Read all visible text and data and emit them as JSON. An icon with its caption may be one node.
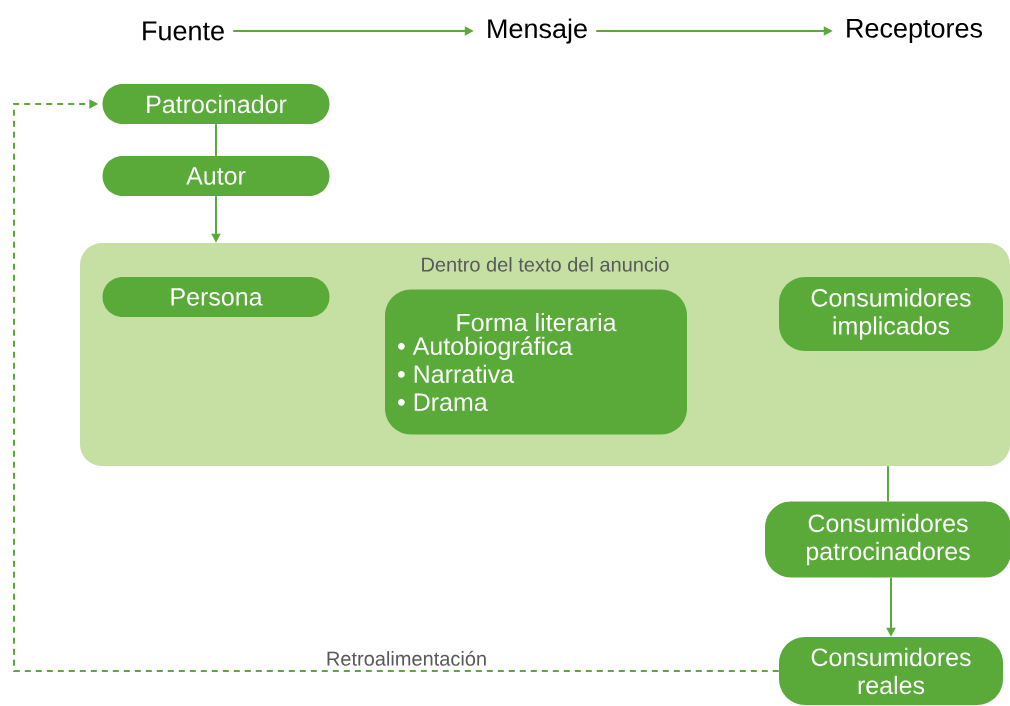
{
  "diagram": {
    "nodes": [
      {
        "text": [
          "Fuente"
        ]
      },
      {
        "text": [
          "Mensaje"
        ]
      },
      {
        "text": [
          "Receptores"
        ]
      },
      {
        "text": [
          "Patrocinador"
        ]
      },
      {
        "text": [
          "Autor"
        ]
      },
      {
        "text": [
          "Dentro del texto del anuncio"
        ]
      },
      {
        "text": [
          "Persona"
        ],
        "in": 5
      },
      {
        "text": [
          "Forma literaria",
          "• Autobiográfica",
          "• Narrativa",
          "• Drama"
        ],
        "in": 5
      },
      {
        "text": [
          "Consumidores implicados"
        ],
        "in": 5
      },
      {
        "text": [
          "Consumidores patrocinadores"
        ]
      },
      {
        "text": [
          "Consumidores reales"
        ]
      }
    ],
    "edges": [
      {
        "from": 0,
        "to": 1,
        "arrow": "to"
      },
      {
        "from": 1,
        "to": 2,
        "arrow": "to"
      },
      {
        "from": 3,
        "to": 4,
        "arrow": "none"
      },
      {
        "from": 4,
        "to": 5,
        "arrow": "to"
      },
      {
        "from": 5,
        "to": 9,
        "arrow": "none"
      },
      {
        "from": 9,
        "to": 10,
        "arrow": "to"
      },
      {
        "from": 10,
        "to": 3,
        "arrow": "to",
        "style": "dashed",
        "label": "Retroalimentación"
      }
    ]
  }
}
